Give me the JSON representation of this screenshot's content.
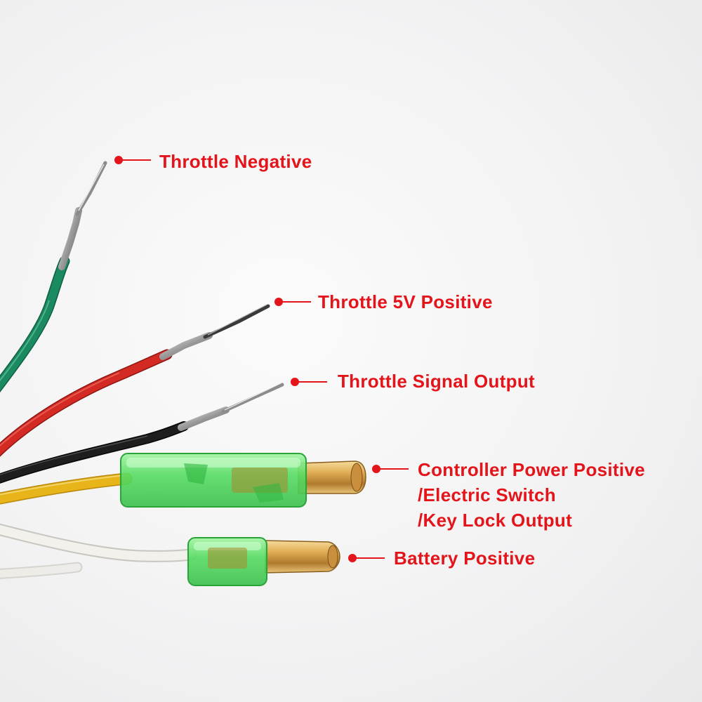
{
  "colors": {
    "label": "#e4141b",
    "wire_green": "#1b8a61",
    "wire_red": "#d42a24",
    "wire_black": "#1e1e1e",
    "wire_yellow": "#e7b51a",
    "wire_white": "#ecebe6",
    "sleeve": "#5fe06c",
    "brass": "#d9a24a"
  },
  "wires": [
    {
      "color_name": "green"
    },
    {
      "color_name": "red"
    },
    {
      "color_name": "black"
    },
    {
      "color_name": "yellow"
    },
    {
      "color_name": "white"
    }
  ],
  "labels": {
    "throttle_negative": "Throttle Negative",
    "throttle_5v_positive": "Throttle 5V Positive",
    "throttle_signal_output": "Throttle Signal Output",
    "controller_power_line1": "Controller Power Positive",
    "controller_power_line2": "/Electric Switch",
    "controller_power_line3": "/Key Lock Output",
    "battery_positive": "Battery Positive"
  }
}
